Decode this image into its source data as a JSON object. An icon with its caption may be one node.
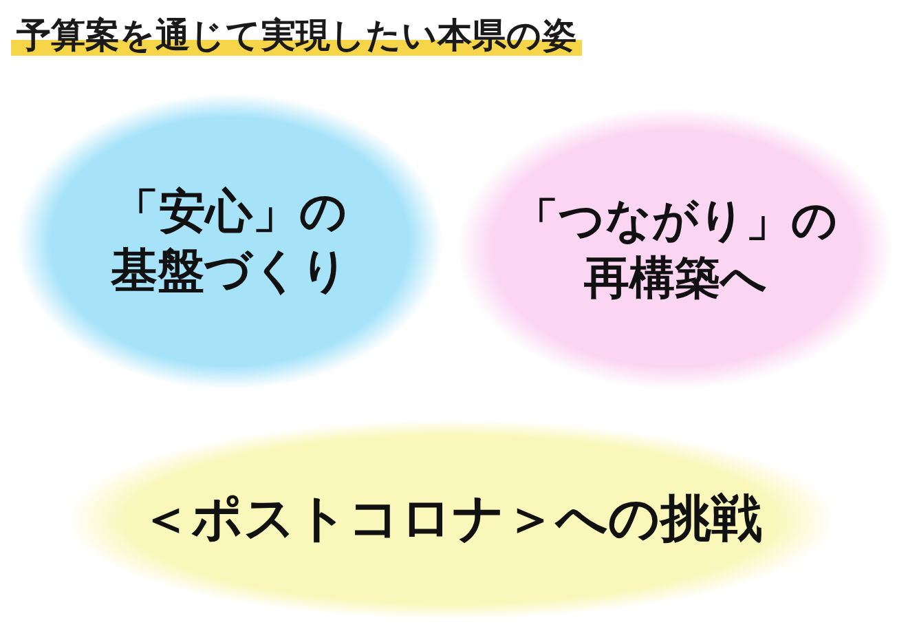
{
  "diagram": {
    "title": "予算案を通じて実現したい本県の姿",
    "nodes": [
      {
        "text": [
          "「安心」の基盤づくり"
        ]
      },
      {
        "text": [
          "「つながり」の再構築へ"
        ]
      },
      {
        "text": [
          "＜ポストコロナ＞への挑戦"
        ]
      }
    ]
  }
}
